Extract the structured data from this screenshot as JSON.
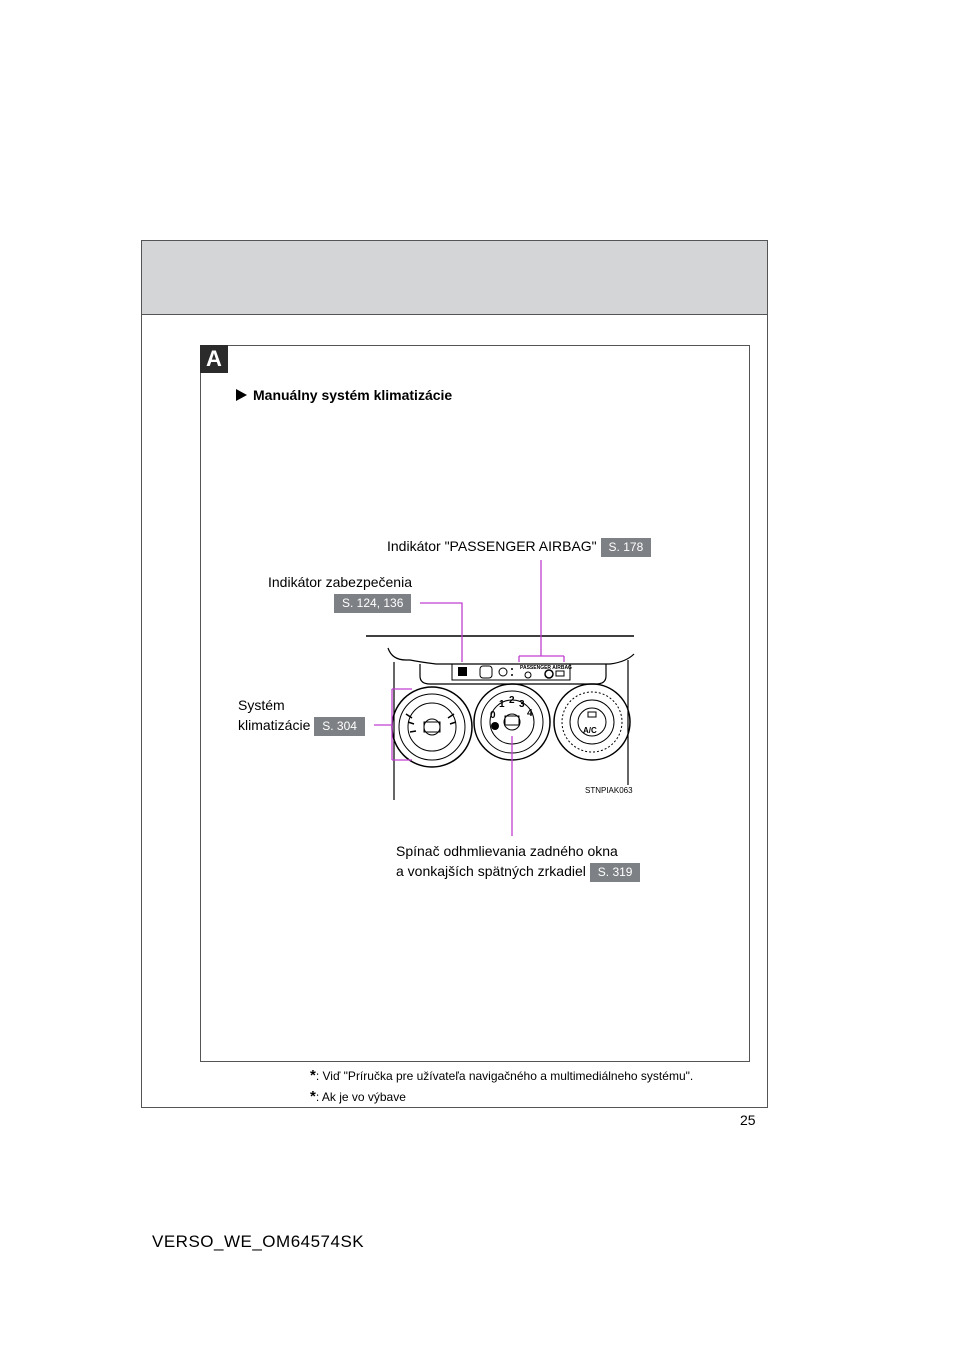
{
  "section": {
    "letter": "A"
  },
  "heading": "Manuálny systém klimatizácie",
  "callouts": {
    "airbag": {
      "label": "Indikátor \"PASSENGER AIRBAG\"",
      "ref": "S. 178"
    },
    "security": {
      "label": "Indikátor zabezpečenia",
      "ref": "S. 124, 136"
    },
    "climate": {
      "label_line1": "Systém",
      "label_line2": "klimatizácie",
      "ref": "S. 304"
    },
    "defogger": {
      "label_line1": "Spínač odhmlievania zadného okna",
      "label_line2": "a vonkajších spätných zrkadiel",
      "ref": "S. 319"
    }
  },
  "illustration": {
    "code": "STNPIAK063",
    "panel_text": "PASSENGER  AIRBAG",
    "fan_digits": [
      "0",
      "1",
      "2",
      "3",
      "4"
    ],
    "ac_label": "A/C"
  },
  "footnotes": [
    {
      "mark": "*",
      "text": ": Viď \"Príručka pre užívateľa navigačného a multimediálneho systému\"."
    },
    {
      "mark": "*",
      "text": ": Ak je vo výbave"
    }
  ],
  "page_number": "25",
  "doc_code": "VERSO_WE_OM64574SK",
  "colors": {
    "callout_line": "#c040d0",
    "ref_badge": "#7d8084",
    "header_band": "#d3d5d7"
  }
}
